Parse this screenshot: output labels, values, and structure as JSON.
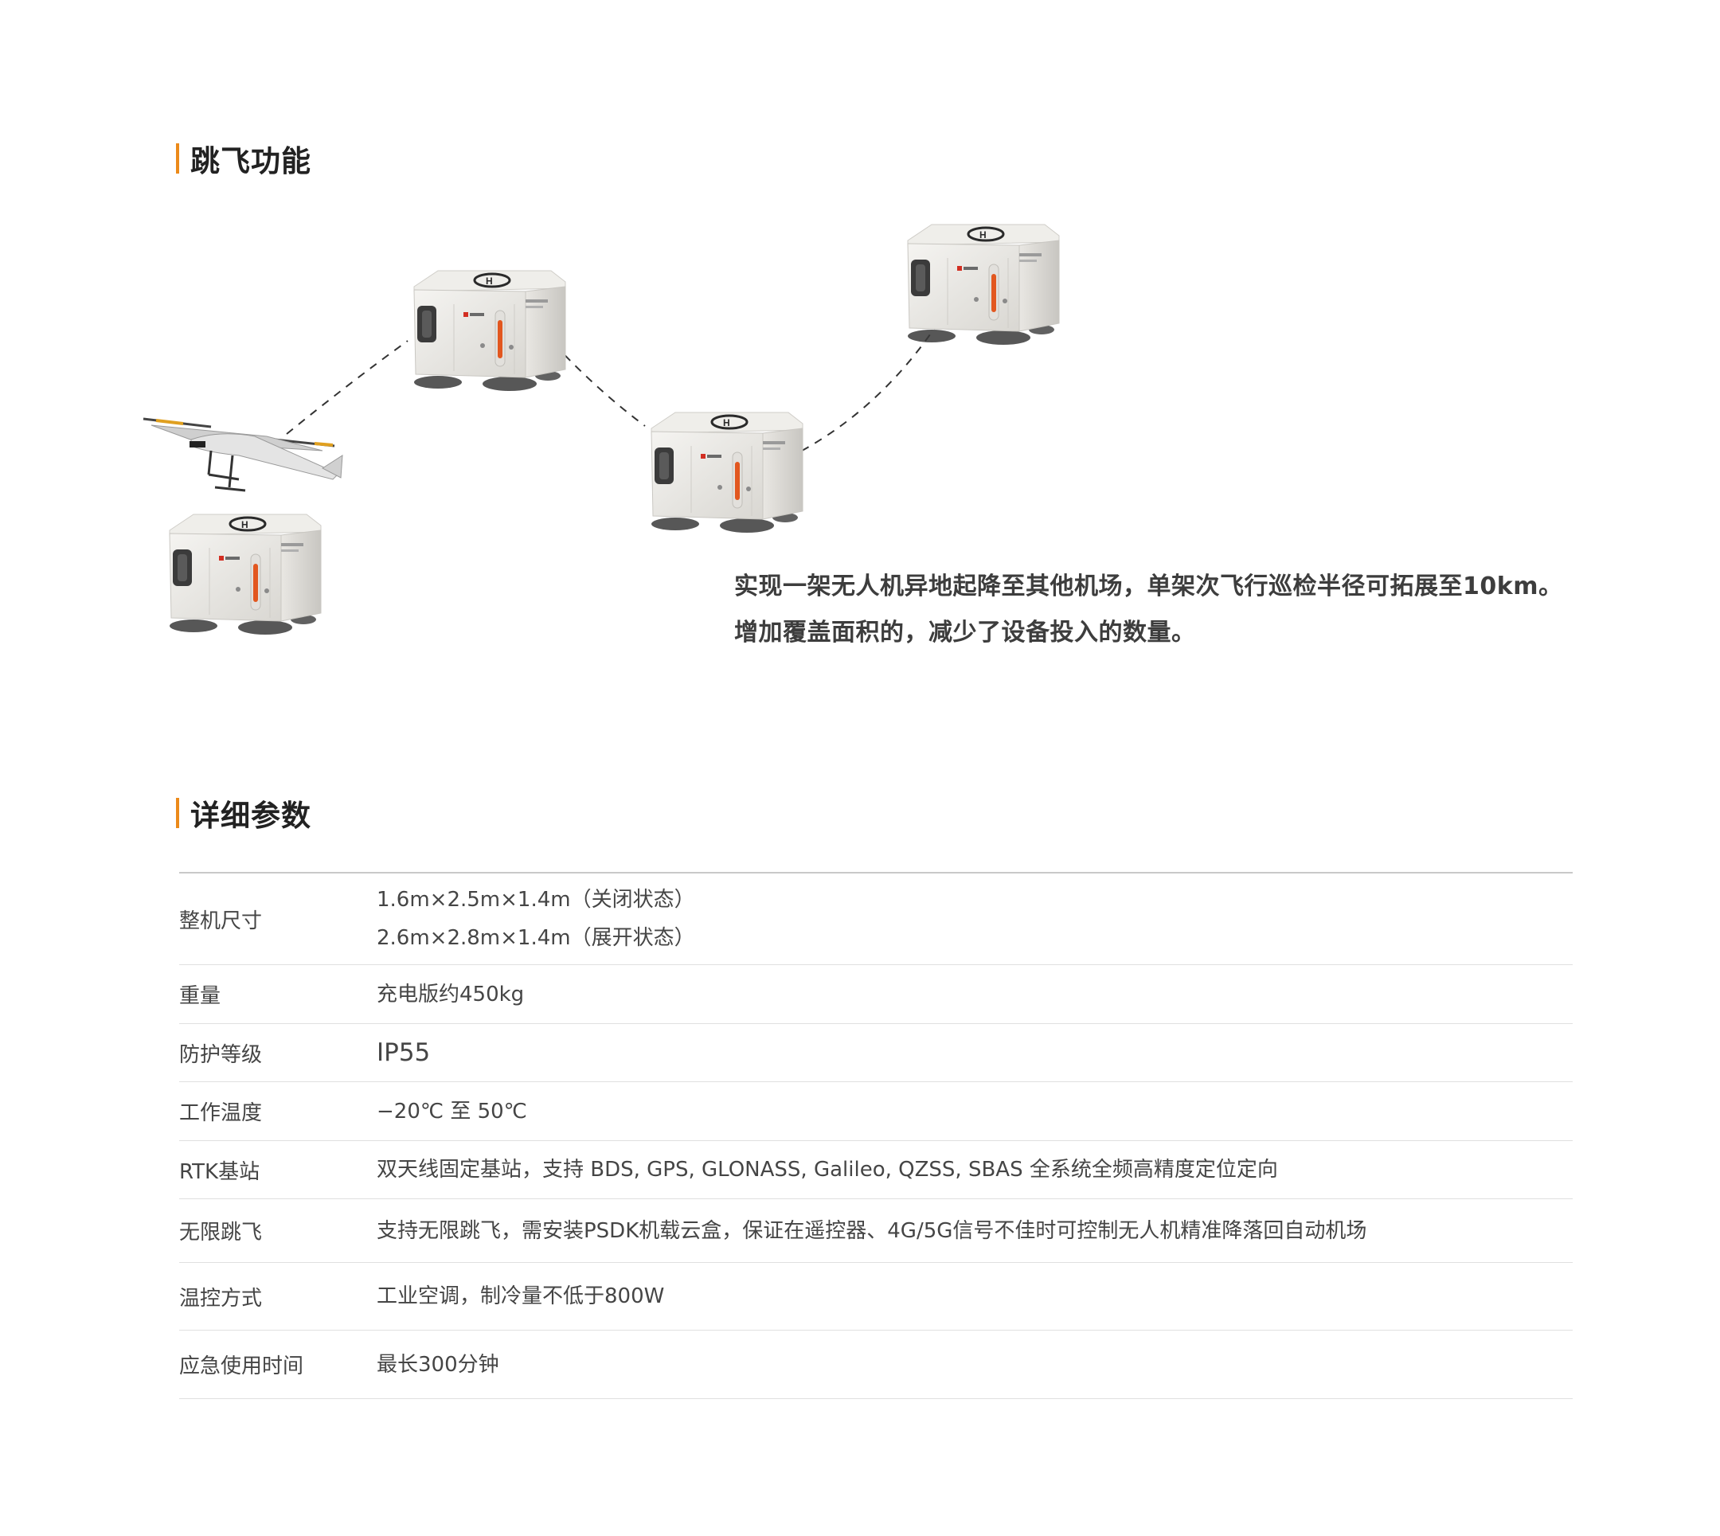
{
  "section_jump": {
    "title": "跳飞功能",
    "description_lines": [
      "实现一架无人机异地起降至其他机场，单架次飞行巡检半径可拓展至10km。",
      "增加覆盖面积的，减少了设备投入的数量。"
    ]
  },
  "section_params": {
    "title": "详细参数",
    "rows": [
      {
        "label": "整机尺寸",
        "values": [
          "1.6m×2.5m×1.4m（关闭状态）",
          "2.6m×2.8m×1.4m（展开状态）"
        ]
      },
      {
        "label": "重量",
        "values": [
          "充电版约450kg"
        ]
      },
      {
        "label": "防护等级",
        "values": [
          "IP55"
        ]
      },
      {
        "label": "工作温度",
        "values": [
          "−20℃ 至 50℃"
        ]
      },
      {
        "label": "RTK基站",
        "values": [
          "双天线固定基站，支持 BDS, GPS, GLONASS, Galileo, QZSS, SBAS 全系统全频高精度定位定向"
        ]
      },
      {
        "label": "无限跳飞",
        "values": [
          "支持无限跳飞，需安装PSDK机载云盒，保证在遥控器、4G/5G信号不佳时可控制无人机精准降落回自动机场"
        ]
      },
      {
        "label": "温控方式",
        "values": [
          "工业空调，制冷量不低于800W"
        ]
      },
      {
        "label": "应急使用时间",
        "values": [
          "最长300分钟"
        ]
      }
    ]
  },
  "colors": {
    "accent": "#ec8a1a",
    "text": "#454545",
    "divider": "#e0e0e0"
  }
}
